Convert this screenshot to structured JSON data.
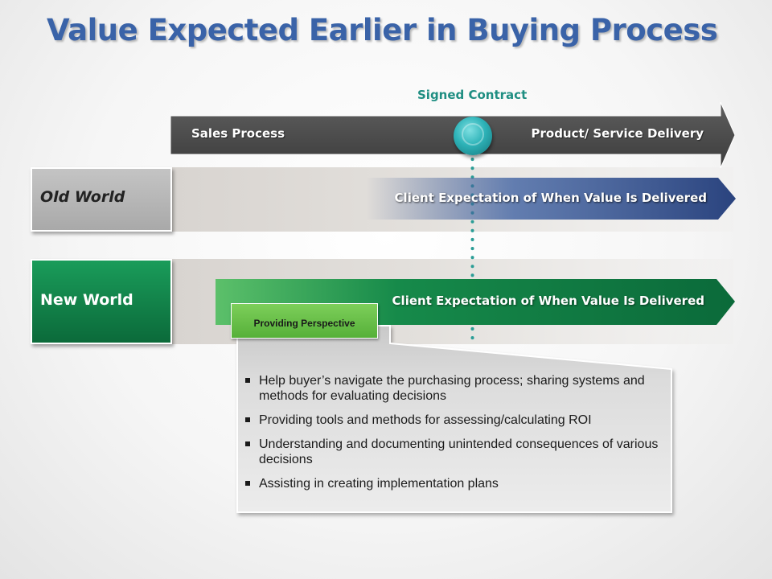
{
  "title": "Value Expected Earlier in Buying Process",
  "signed_contract": "Signed Contract",
  "sales_process": {
    "left_label": "Sales Process",
    "right_label": "Product/ Service Delivery"
  },
  "old_world": {
    "label": "Old World",
    "expectation": "Client Expectation of When Value Is Delivered"
  },
  "new_world": {
    "label": "New World",
    "expectation": "Client Expectation of When Value Is Delivered"
  },
  "callout": {
    "tab_label": "Providing Perspective",
    "bullets": [
      "Help buyer’s navigate the purchasing process; sharing systems and methods for evaluating decisions",
      "Providing tools and methods for assessing/calculating ROI",
      "Understanding and documenting unintended consequences of various decisions",
      "Assisting in creating implementation plans"
    ]
  },
  "colors": {
    "title": "#3a63a8",
    "signed_contract": "#1f8e82",
    "sales_arrow": "#4d4d4d",
    "old_arrow": "#2e4a86",
    "new_arrow": "#0e7a44",
    "tab": "#6cc04a",
    "milestone": "#2eb3b8"
  }
}
